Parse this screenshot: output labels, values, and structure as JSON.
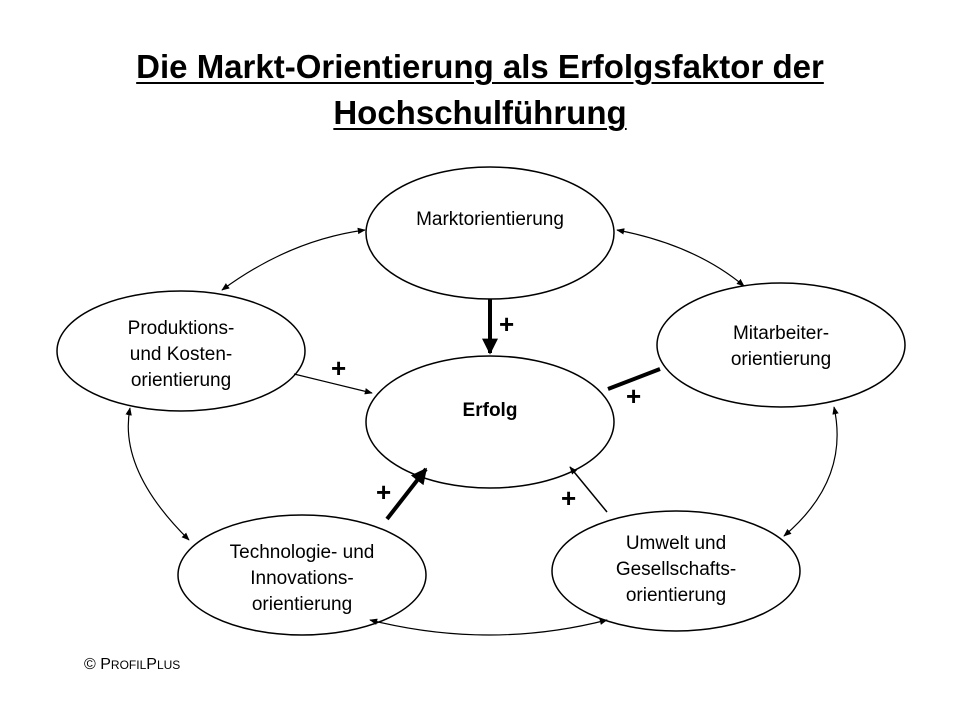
{
  "title": {
    "line1": "Die Markt-Orientierung als Erfolgsfaktor der",
    "line2": "Hochschulführung"
  },
  "nodes": {
    "center": {
      "label": "Erfolg"
    },
    "markt": {
      "label": "Marktorientierung"
    },
    "mitarbeiter": {
      "line1": "Mitarbeiter-",
      "line2": "orientierung"
    },
    "umwelt": {
      "line1": "Umwelt und",
      "line2": "Gesellschafts-",
      "line3": "orientierung"
    },
    "technologie": {
      "line1": "Technologie- und",
      "line2": "Innovations-",
      "line3": "orientierung"
    },
    "produktion": {
      "line1": "Produktions-",
      "line2": "und Kosten-",
      "line3": "orientierung"
    }
  },
  "influence_sign": "+",
  "copyright": {
    "symbol": "©",
    "p1": "P",
    "p1_small": "ROFIL",
    "p2": "P",
    "p2_small": "LUS"
  }
}
